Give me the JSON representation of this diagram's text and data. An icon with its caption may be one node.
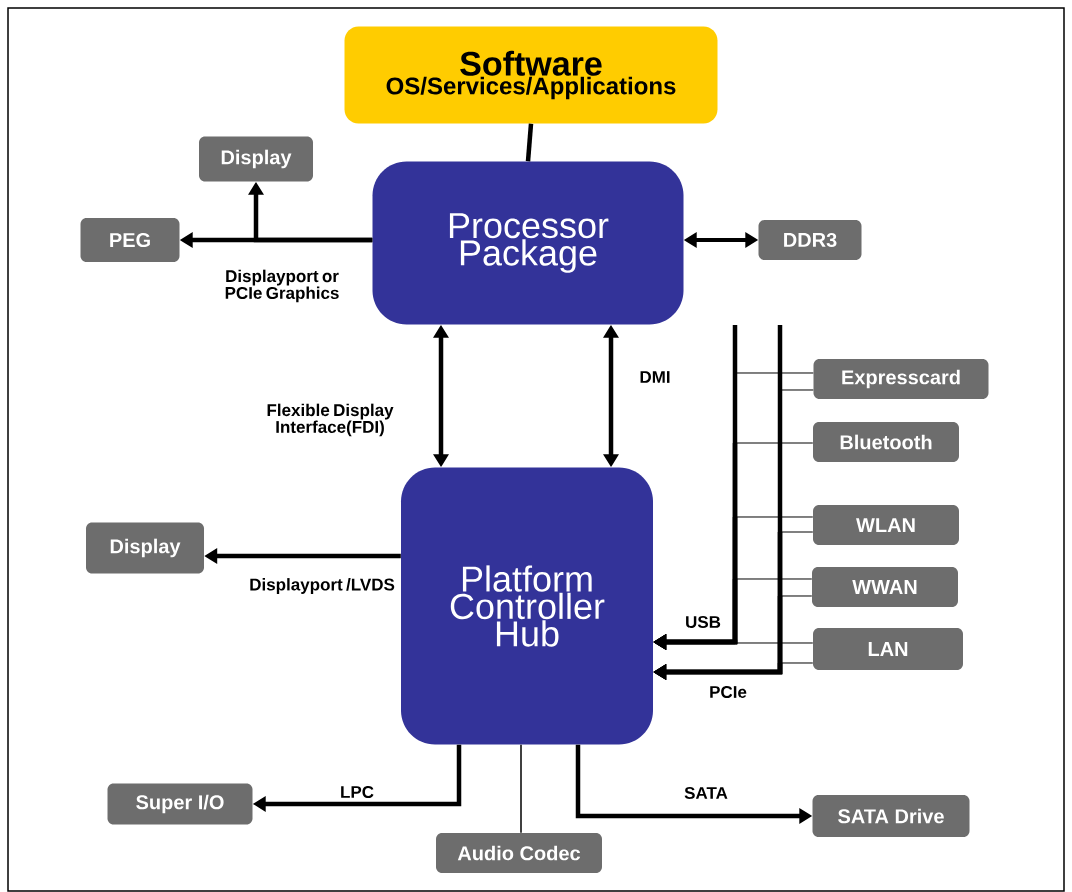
{
  "diagram": {
    "nodes": [
      {
        "text": [
          "Software",
          "OS/Services/Applications"
        ]
      },
      {
        "text": [
          "Processor Package"
        ]
      },
      {
        "text": [
          "Display"
        ]
      },
      {
        "text": [
          "PEG"
        ]
      },
      {
        "text": [
          "DDR3"
        ]
      },
      {
        "text": [
          "Platform Controller Hub"
        ]
      },
      {
        "text": [
          "Display"
        ]
      },
      {
        "text": [
          "Expresscard"
        ]
      },
      {
        "text": [
          "Bluetooth"
        ]
      },
      {
        "text": [
          "WLAN"
        ]
      },
      {
        "text": [
          "WWAN"
        ]
      },
      {
        "text": [
          "LAN"
        ]
      },
      {
        "text": [
          "Super I/O"
        ]
      },
      {
        "text": [
          "Audio Codec"
        ]
      },
      {
        "text": [
          "SATA Drive"
        ]
      }
    ],
    "edges": [
      {
        "from": 0,
        "to": 1,
        "arrow": "none"
      },
      {
        "from": 1,
        "to": 3,
        "arrow": "to",
        "label": "Displayport or PCIe Graphics"
      },
      {
        "from": 1,
        "to": 2,
        "arrow": "to"
      },
      {
        "from": 1,
        "to": 4,
        "arrow": "both"
      },
      {
        "from": 1,
        "to": 5,
        "arrow": "both",
        "label": "Flexible Display Interface(FDI)"
      },
      {
        "from": 1,
        "to": 5,
        "arrow": "both",
        "label": "DMI"
      },
      {
        "from": 5,
        "to": 6,
        "arrow": "to",
        "label": "Displayport /LVDS"
      },
      {
        "from": 7,
        "to": 5,
        "arrow": "to",
        "label": "USB"
      },
      {
        "from": 8,
        "to": 5,
        "arrow": "to"
      },
      {
        "from": 9,
        "to": 5,
        "arrow": "to"
      },
      {
        "from": 10,
        "to": 5,
        "arrow": "to"
      },
      {
        "from": 11,
        "to": 5,
        "arrow": "to"
      },
      {
        "from": 7,
        "to": 5,
        "arrow": "to",
        "label": "PCIe"
      },
      {
        "from": 9,
        "to": 5,
        "arrow": "to"
      },
      {
        "from": 10,
        "to": 5,
        "arrow": "to"
      },
      {
        "from": 11,
        "to": 5,
        "arrow": "to"
      },
      {
        "from": 5,
        "to": 12,
        "arrow": "to",
        "label": "LPC"
      },
      {
        "from": 5,
        "to": 14,
        "arrow": "to",
        "label": "SATA"
      },
      {
        "from": 5,
        "to": 13,
        "arrow": "none"
      }
    ]
  }
}
